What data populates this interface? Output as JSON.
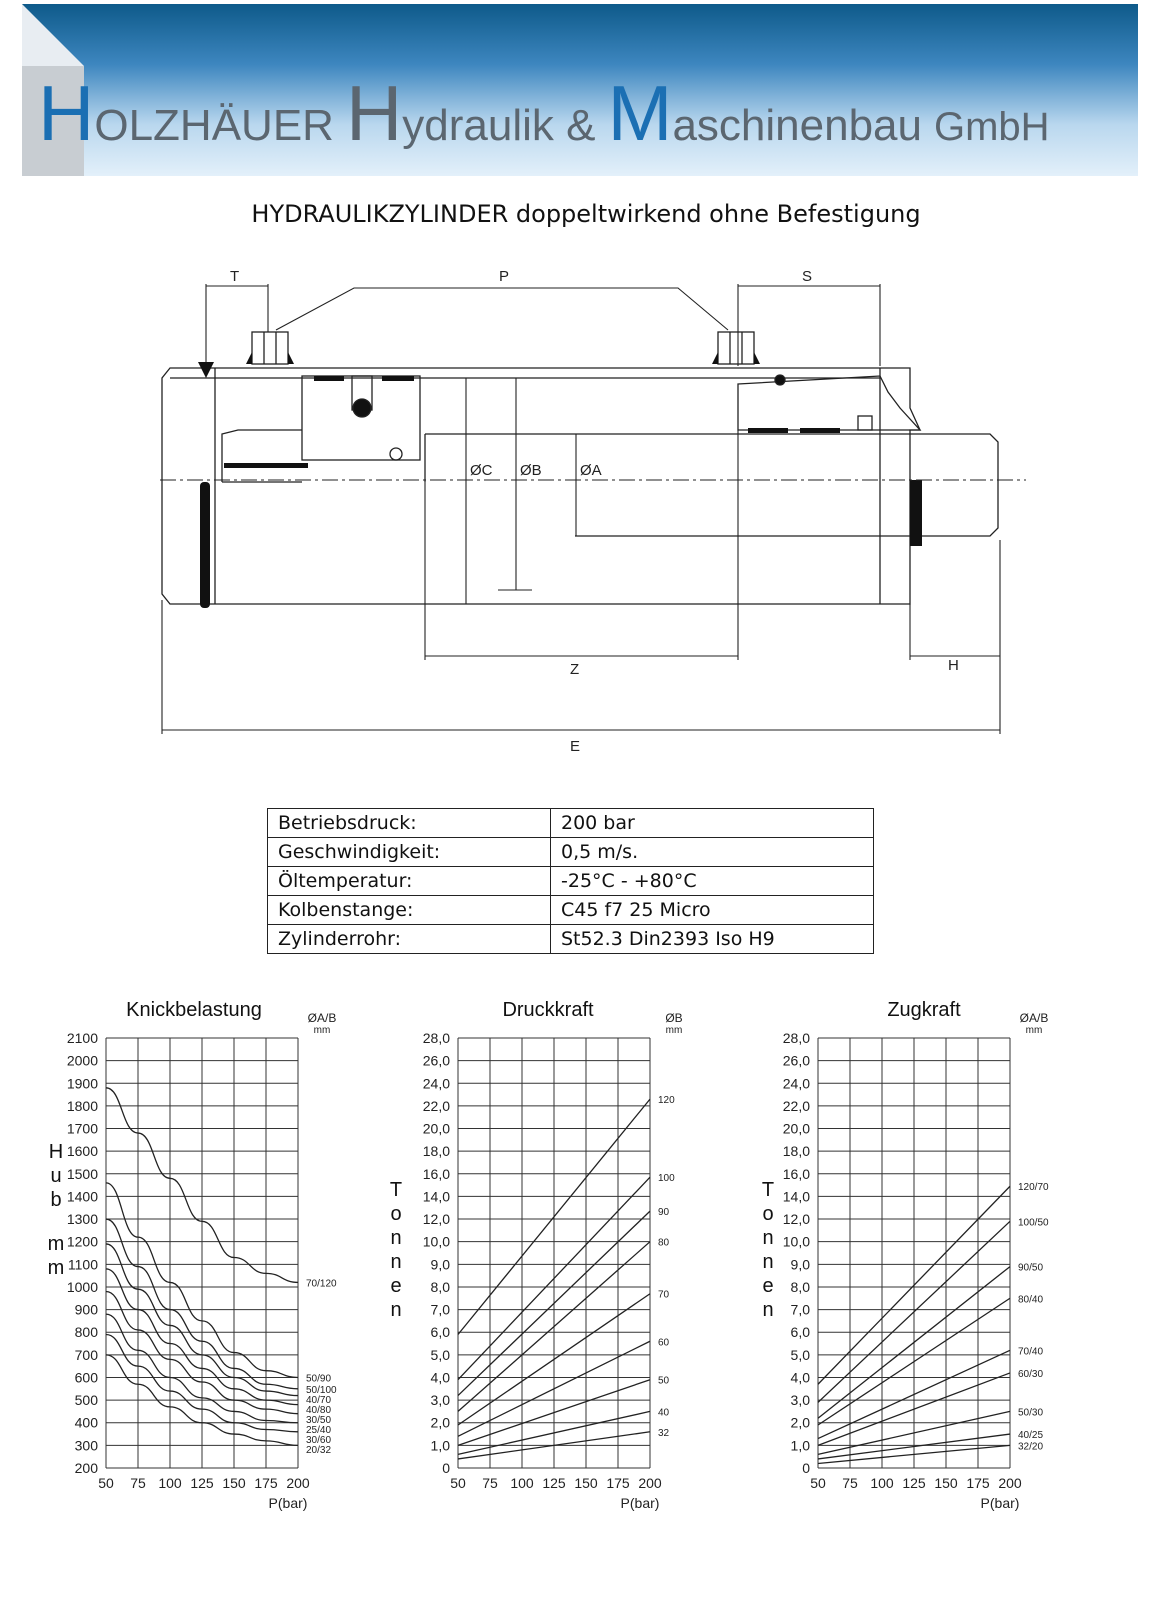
{
  "header": {
    "brand_initial_1": "H",
    "brand_word_1": "OLZHÄUER",
    "brand_initial_2": "H",
    "brand_word_2": "ydraulik &",
    "brand_initial_3": "M",
    "brand_word_3": "aschinenbau",
    "brand_suffix": "GmbH",
    "colors": {
      "banner_dark": "#0e5a8a",
      "banner_light": "#e3f0fa",
      "logo_grey": "#5b6670",
      "logo_blue": "#1b6fb3"
    }
  },
  "doc_title": "HYDRAULIKZYLINDER doppeltwirkend ohne Befestigung",
  "drawing_labels": {
    "T": "T",
    "P": "P",
    "S": "S",
    "C": "ØC",
    "B": "ØB",
    "A": "ØA",
    "Z": "Z",
    "H": "H",
    "E": "E"
  },
  "specs": [
    {
      "label": "Betriebsdruck:",
      "value": "200 bar"
    },
    {
      "label": "Geschwindigkeit:",
      "value": "0,5 m/s."
    },
    {
      "label": "Öltemperatur:",
      "value": "-25°C - +80°C"
    },
    {
      "label": "Kolbenstange:",
      "value": "C45 f7 25 Micro"
    },
    {
      "label": "Zylinderrohr:",
      "value": "St52.3 Din2393 Iso H9"
    }
  ],
  "chart_data": [
    {
      "type": "line",
      "title": "Knickbelastung",
      "ylabel": "Hub mm",
      "xlabel": "P(bar)",
      "series_header": "ØA/B",
      "series_header_unit": "mm",
      "x": [
        50,
        75,
        100,
        125,
        150,
        175,
        200
      ],
      "xlim": [
        50,
        200
      ],
      "ylim": [
        200,
        2100
      ],
      "yticks": [
        2100,
        2000,
        1900,
        1800,
        1700,
        1600,
        1500,
        1400,
        1300,
        1200,
        1100,
        1000,
        900,
        800,
        700,
        600,
        500,
        400,
        300,
        200
      ],
      "ytick_labels": [
        "2100",
        "2000",
        "1900",
        "1800",
        "1700",
        "1600",
        "1500",
        "1400",
        "1300",
        "1200",
        "1100",
        "1000",
        "900",
        "800",
        "700",
        "600",
        "500",
        "400",
        "300",
        "200"
      ],
      "series": [
        {
          "name": "70/120",
          "values": [
            1880,
            1680,
            1480,
            1290,
            1130,
            1060,
            1020
          ]
        },
        {
          "name": "50/90",
          "values": [
            1460,
            1220,
            1020,
            850,
            710,
            630,
            600
          ]
        },
        {
          "name": "50/100",
          "values": [
            1300,
            1090,
            900,
            760,
            640,
            570,
            550
          ]
        },
        {
          "name": "40/70",
          "values": [
            1190,
            990,
            830,
            700,
            600,
            540,
            520
          ]
        },
        {
          "name": "40/80",
          "values": [
            1080,
            900,
            750,
            640,
            550,
            500,
            480
          ]
        },
        {
          "name": "30/50",
          "values": [
            980,
            810,
            680,
            580,
            500,
            460,
            440
          ]
        },
        {
          "name": "25/40",
          "values": [
            880,
            720,
            600,
            510,
            450,
            410,
            400
          ]
        },
        {
          "name": "30/60",
          "values": [
            790,
            650,
            540,
            460,
            400,
            370,
            360
          ]
        },
        {
          "name": "20/32",
          "values": [
            700,
            570,
            470,
            400,
            350,
            320,
            300
          ]
        }
      ]
    },
    {
      "type": "line",
      "title": "Druckkraft",
      "ylabel": "Tonnen",
      "xlabel": "P(bar)",
      "series_header": "ØB",
      "series_header_unit": "mm",
      "x": [
        50,
        200
      ],
      "xlim": [
        50,
        200
      ],
      "ylim": [
        0,
        28
      ],
      "yticks": [
        28,
        26,
        24,
        22,
        20,
        18,
        16,
        14,
        12,
        10,
        9,
        8,
        7,
        6,
        5,
        4,
        3,
        2,
        1,
        0
      ],
      "ytick_labels": [
        "28,0",
        "26,0",
        "24,0",
        "22,0",
        "20,0",
        "18,0",
        "16,0",
        "14,0",
        "12,0",
        "10,0",
        "9,0",
        "8,0",
        "7,0",
        "6,0",
        "5,0",
        "4,0",
        "3,0",
        "2,0",
        "1,0",
        "0"
      ],
      "series": [
        {
          "name": "120",
          "values": [
            5.9,
            22.6
          ]
        },
        {
          "name": "100",
          "values": [
            3.9,
            15.7
          ]
        },
        {
          "name": "90",
          "values": [
            3.2,
            12.7
          ]
        },
        {
          "name": "80",
          "values": [
            2.5,
            10.0
          ]
        },
        {
          "name": "70",
          "values": [
            1.9,
            7.7
          ]
        },
        {
          "name": "60",
          "values": [
            1.4,
            5.6
          ]
        },
        {
          "name": "50",
          "values": [
            1.0,
            3.9
          ]
        },
        {
          "name": "40",
          "values": [
            0.6,
            2.5
          ]
        },
        {
          "name": "32",
          "values": [
            0.4,
            1.6
          ]
        }
      ]
    },
    {
      "type": "line",
      "title": "Zugkraft",
      "ylabel": "Tonnen",
      "xlabel": "P(bar)",
      "series_header": "ØA/B",
      "series_header_unit": "mm",
      "x": [
        50,
        200
      ],
      "xlim": [
        50,
        200
      ],
      "ylim": [
        0,
        28
      ],
      "yticks": [
        28,
        26,
        24,
        22,
        20,
        18,
        16,
        14,
        12,
        10,
        9,
        8,
        7,
        6,
        5,
        4,
        3,
        2,
        1,
        0
      ],
      "ytick_labels": [
        "28,0",
        "26,0",
        "24,0",
        "22,0",
        "20,0",
        "18,0",
        "16,0",
        "14,0",
        "12,0",
        "10,0",
        "9,0",
        "8,0",
        "7,0",
        "6,0",
        "5,0",
        "4,0",
        "3,0",
        "2,0",
        "1,0",
        "0"
      ],
      "series": [
        {
          "name": "120/70",
          "values": [
            3.7,
            14.9
          ]
        },
        {
          "name": "100/50",
          "values": [
            2.9,
            11.8
          ]
        },
        {
          "name": "90/50",
          "values": [
            2.2,
            8.9
          ]
        },
        {
          "name": "80/40",
          "values": [
            1.9,
            7.5
          ]
        },
        {
          "name": "70/40",
          "values": [
            1.3,
            5.2
          ]
        },
        {
          "name": "60/30",
          "values": [
            1.0,
            4.2
          ]
        },
        {
          "name": "50/30",
          "values": [
            0.6,
            2.5
          ]
        },
        {
          "name": "40/25",
          "values": [
            0.4,
            1.5
          ]
        },
        {
          "name": "32/20",
          "values": [
            0.2,
            1.0
          ]
        }
      ]
    }
  ]
}
